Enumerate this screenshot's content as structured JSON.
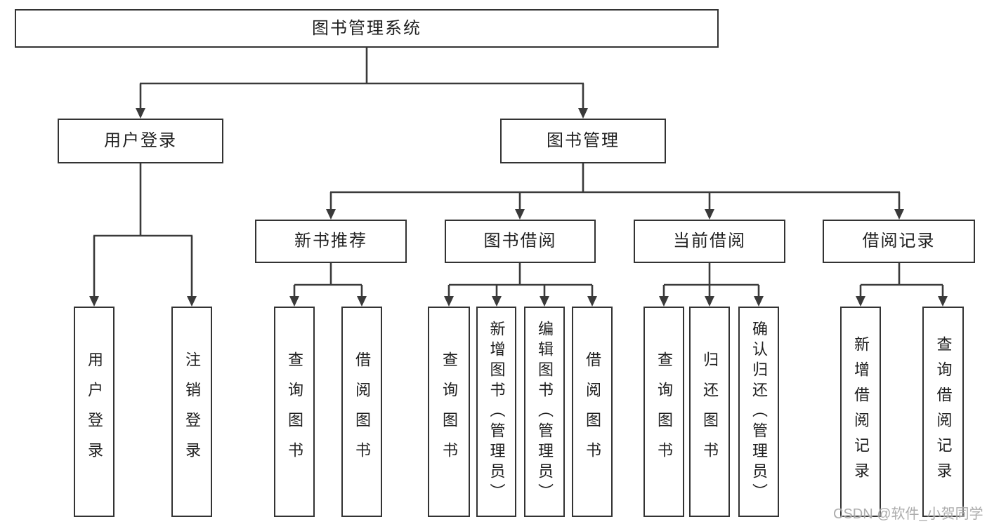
{
  "root_label": "图书管理系统",
  "level2": {
    "user_login": "用户登录",
    "book_mgmt": "图书管理"
  },
  "level3": {
    "new_books": "新书推荐",
    "borrowing": "图书借阅",
    "current": "当前借阅",
    "records": "借阅记录"
  },
  "leaves": {
    "user_login": "用户登录",
    "logout": "注销登录",
    "nb_query": "查询图书",
    "nb_borrow": "借阅图书",
    "bb_query": "查询图书",
    "bb_add": "新增图书（管理员）",
    "bb_edit": "编辑图书（管理员）",
    "bb_borrow": "借阅图书",
    "cb_query": "查询图书",
    "cb_return": "归还图书",
    "cb_confirm": "确认归还（管理员）",
    "rec_add": "新增借阅记录",
    "rec_query": "查询借阅记录"
  },
  "watermark": "CSDN @软件_小贺同学",
  "colors": {
    "line": "#3a3a3a",
    "border": "#333333",
    "text": "#1f1f1f",
    "watermark": "#9e9e9e"
  }
}
